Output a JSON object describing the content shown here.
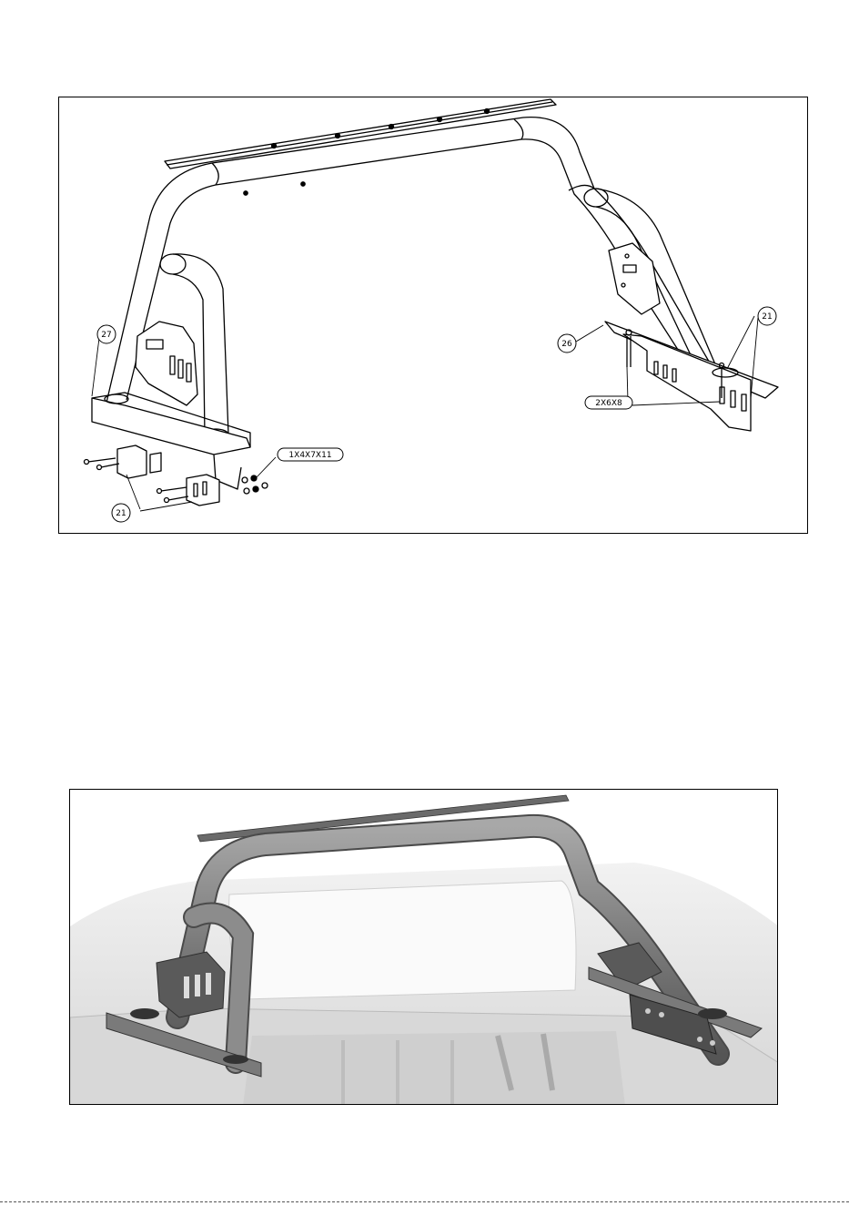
{
  "callouts": {
    "part_27": "27",
    "part_26": "26",
    "part_21_right": "21",
    "part_21_left": "21",
    "fastener_left": "1X4X7X11",
    "fastener_right": "2X6X8"
  },
  "colors": {
    "line": "#000000",
    "tube_shade": "#8a8a8a",
    "tube_dark": "#5e5e5e",
    "truck_body": "#e8e8e8",
    "bed_interior": "#dcdcdc"
  }
}
